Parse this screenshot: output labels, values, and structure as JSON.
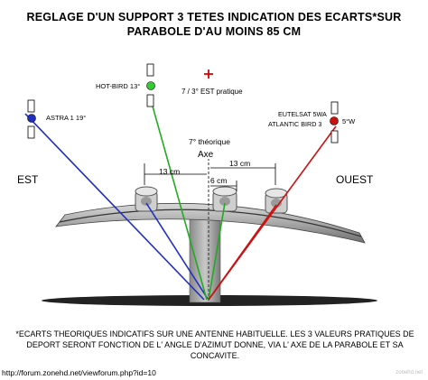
{
  "title": {
    "line1": "REGLAGE D'UN SUPPORT 3 TETES INDICATION DES ECARTS*SUR",
    "line2": "PARABOLE D'AU MOINS 85 CM"
  },
  "satellites": {
    "hotbird": {
      "label": "HOT-BIRD 13°",
      "color": "#33cc33"
    },
    "astra": {
      "label": "ASTRA 1 19°",
      "color": "#2233cc"
    },
    "eutelsat": {
      "label_line1": "EUTELSAT 5WA",
      "label_line2": "ATLANTIC BIRD 3",
      "angle": "5°W",
      "color": "#cc1111"
    }
  },
  "practical": {
    "label": "7 / 3° EST pratique",
    "color": "#dd0000"
  },
  "axis": {
    "theory": "7° théorique",
    "label": "Axe"
  },
  "directions": {
    "east": "EST",
    "west": "OUEST"
  },
  "measures": {
    "left": "13 cm",
    "right": "13 cm",
    "center": "6 cm"
  },
  "footnote": "*ECARTS THEORIQUES INDICATIFS SUR UNE ANTENNE HABITUELLE. LES 3 VALEURS PRATIQUES DE DEPORT SERONT FONCTION DE L' ANGLE D'AZIMUT DONNE, VIA L' AXE DE LA PARABOLE ET SA CONCAVITE.",
  "url": "http://forum.zonehd.net/viewforum.php?id=10",
  "watermark": "zonehd.net"
}
